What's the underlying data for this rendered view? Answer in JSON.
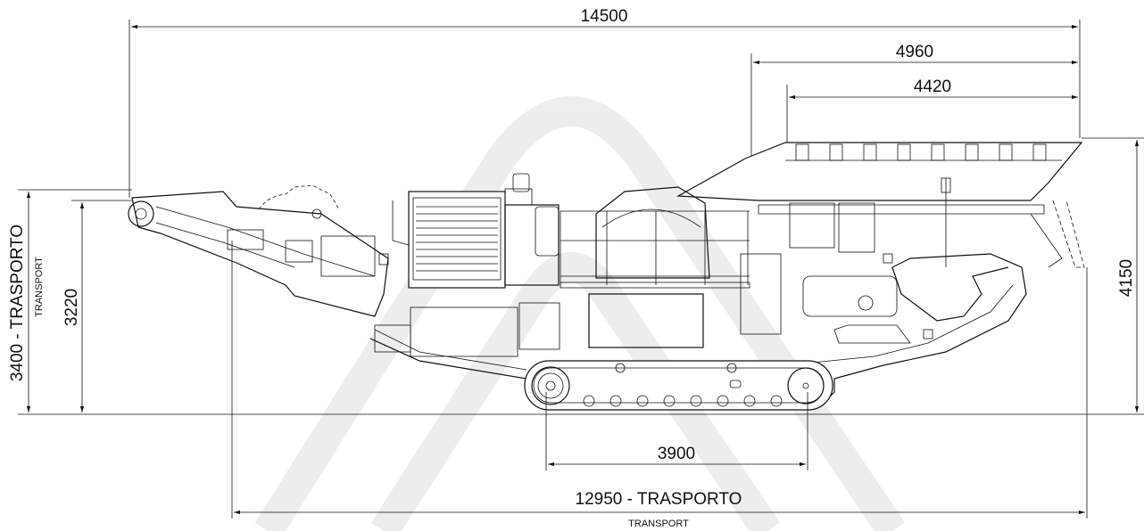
{
  "dimensions": {
    "overall_length": "14500",
    "hopper_length": "4960",
    "hopper_inner_length": "4420",
    "transport_height": "3400 - TRASPORTO",
    "transport_height_sub": "TRANSPORT",
    "conveyor_height": "3220",
    "overall_height": "4150",
    "track_length": "3900",
    "transport_length": "12950 - TRASPORTO",
    "transport_length_sub": "TRANSPORT"
  },
  "colors": {
    "line": "#111111",
    "watermark": "#e6e6e6"
  }
}
